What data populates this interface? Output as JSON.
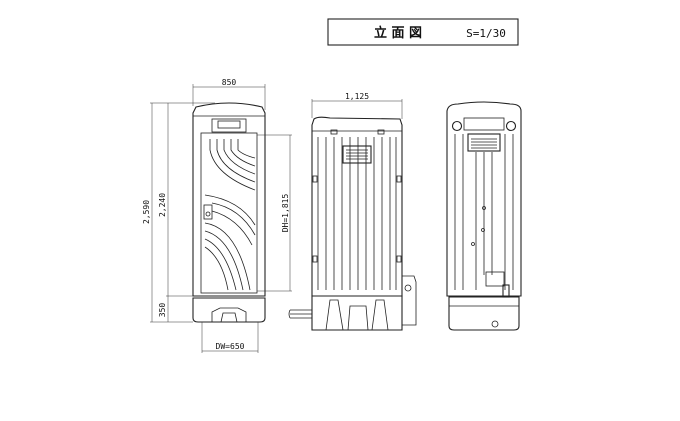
{
  "title_block": {
    "title": "立 面 図",
    "scale": "S=1/30"
  },
  "front_view": {
    "width_dim": "850",
    "total_height_dim": "2,590",
    "body_height_dim": "2,240",
    "base_height_dim": "350",
    "door_height_dim": "DH=1,815",
    "door_width_dim": "DW=650"
  },
  "side_view": {
    "depth_dim": "1,125"
  },
  "rear_view": {}
}
